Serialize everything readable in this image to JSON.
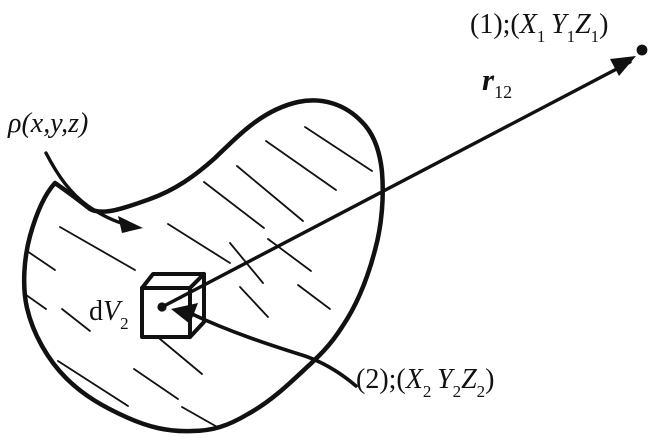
{
  "figure": {
    "title_hidden": "",
    "background_color": "#ffffff",
    "ink_color": "#111111",
    "labels": {
      "density": "ρ(x,y,z)",
      "point1": {
        "prefix": "(1);(",
        "x": "X",
        "x_sub": "1",
        "y": "Y",
        "y_sub": "1",
        "z": "Z",
        "z_sub": "1",
        "suffix": ")"
      },
      "point2": {
        "prefix": "(2);(",
        "x": "X",
        "x_sub": "2",
        "y": "Y",
        "y_sub": "2",
        "z": "Z",
        "z_sub": "2",
        "suffix": ")"
      },
      "vector_r": {
        "base": "r",
        "sub": "12"
      },
      "volume_element": {
        "d": "d",
        "v": "V",
        "sub": "2"
      }
    }
  }
}
